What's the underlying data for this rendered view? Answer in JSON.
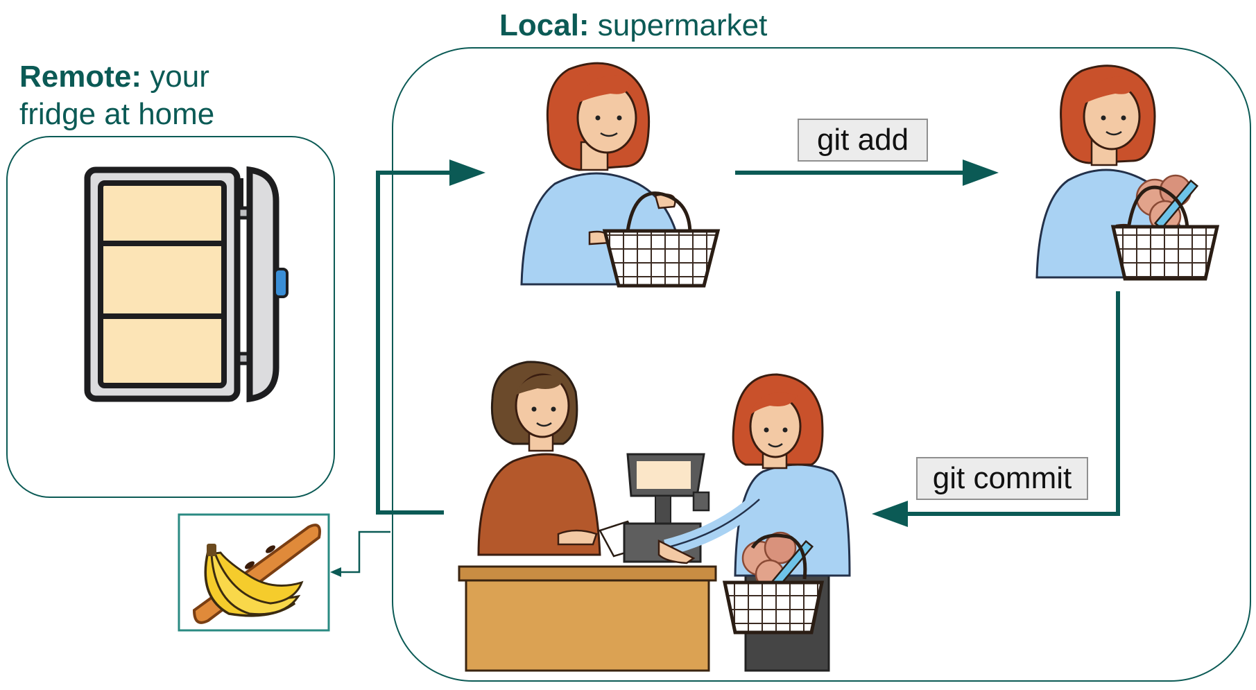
{
  "remote": {
    "strong": "Remote:",
    "line1_rest": " your",
    "line2": "fridge at home"
  },
  "local": {
    "strong": "Local:",
    "rest": " supermarket"
  },
  "actions": {
    "add": "git add",
    "commit": "git commit"
  },
  "colors": {
    "accent": "#0b5a55",
    "hair": "#c9512b",
    "skin": "#f3c9a4",
    "sweater": "#a9d2f3",
    "fridge_shelf": "#fce4b6",
    "counter": "#dba253",
    "cashier_shirt": "#b4582b",
    "bread": "#e08a3a",
    "banana": "#f5cc2c"
  }
}
